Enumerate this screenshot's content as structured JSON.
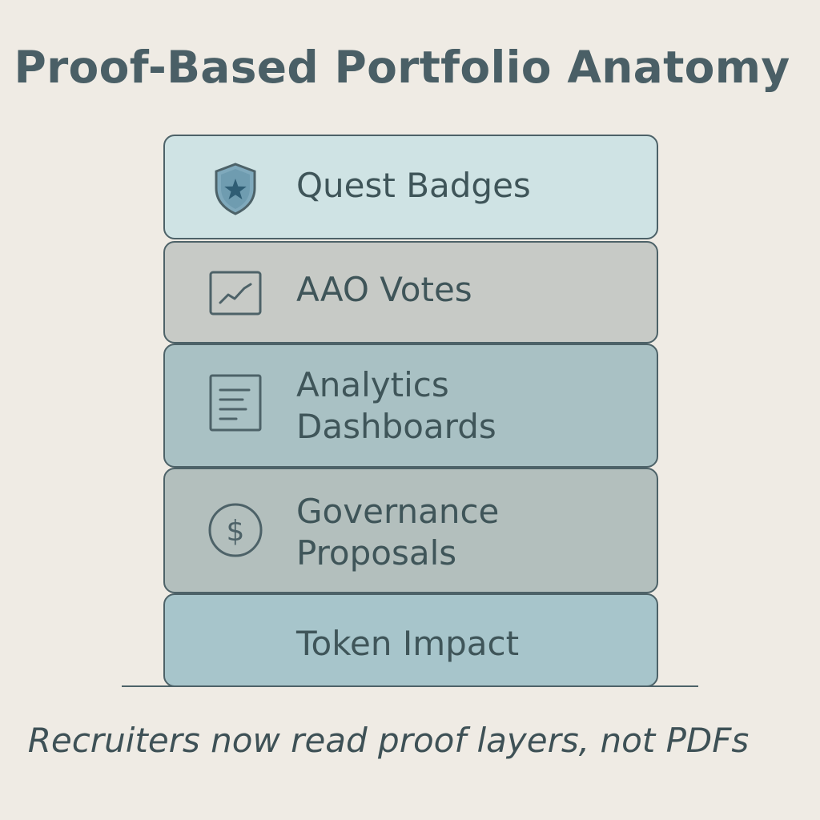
{
  "title": "Proof-Based Portfolio Anatomy",
  "layers": [
    {
      "label": "Quest Badges",
      "icon": "shield-star-icon",
      "color": "#cfe3e4"
    },
    {
      "label": "AAO Votes",
      "icon": "line-chart-icon",
      "color": "#c7cac6"
    },
    {
      "label_line1": "Analytics",
      "label_line2": "Dashboards",
      "icon": "document-icon",
      "color": "#a9c1c4"
    },
    {
      "label_line1": "Governance",
      "label_line2": "Proposals",
      "icon": "dollar-circle-icon",
      "color": "#b3bfbd"
    },
    {
      "label": "Token Impact",
      "color": "#a7c5cb"
    }
  ],
  "caption": "Recruiters now read proof layers, not PDFs",
  "colors": {
    "background": "#efebe4",
    "outline": "#4d6268",
    "text": "#3f5559"
  }
}
